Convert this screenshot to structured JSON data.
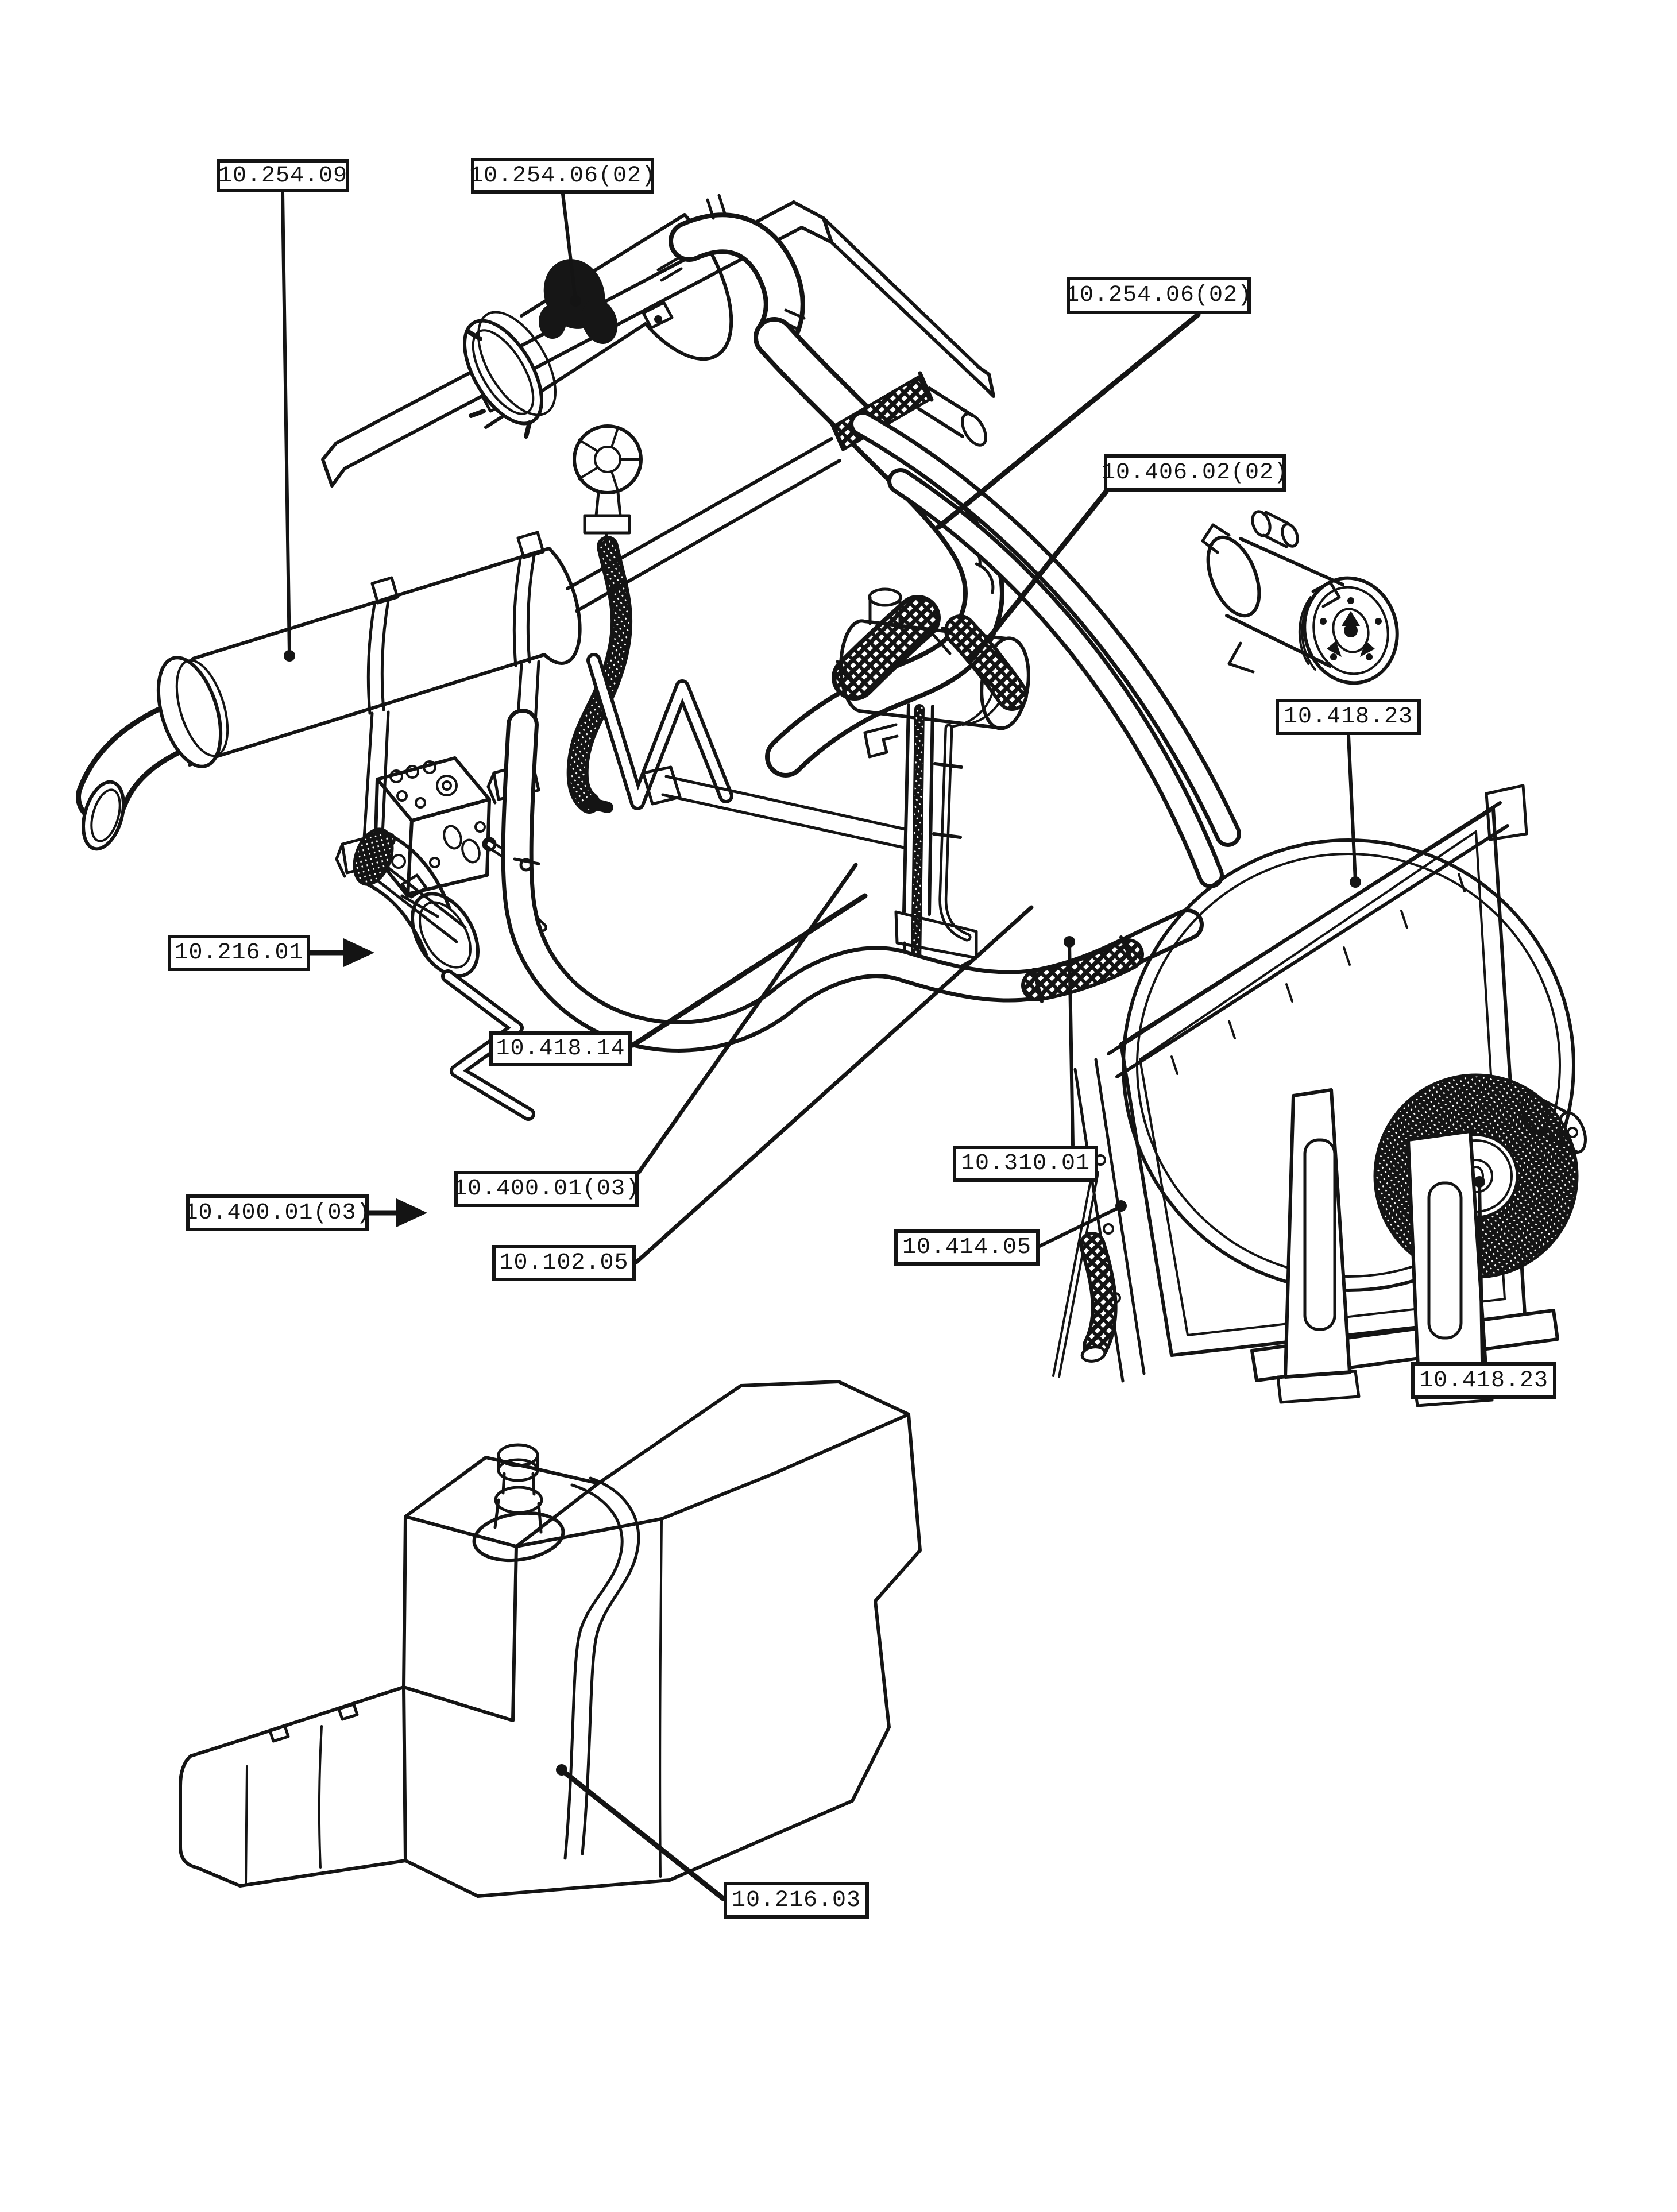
{
  "page": {
    "type": "parts-catalog-exploded-diagram",
    "paper_color": "#ffffff",
    "ink_color": "#141414"
  },
  "callouts": [
    {
      "id": "c1",
      "label": "10.254.09"
    },
    {
      "id": "c2",
      "label": "10.254.06(02)"
    },
    {
      "id": "c3",
      "label": "10.254.06(02)"
    },
    {
      "id": "c4",
      "label": "10.406.02(02)"
    },
    {
      "id": "c5",
      "label": "10.418.23"
    },
    {
      "id": "c6",
      "label": "10.216.01"
    },
    {
      "id": "c7",
      "label": "10.418.14"
    },
    {
      "id": "c8",
      "label": "10.400.01(03)"
    },
    {
      "id": "c9",
      "label": "10.400.01(03)"
    },
    {
      "id": "c10",
      "label": "10.102.05"
    },
    {
      "id": "c11",
      "label": "10.310.01"
    },
    {
      "id": "c12",
      "label": "10.414.05"
    },
    {
      "id": "c13",
      "label": "10.418.23"
    },
    {
      "id": "c14",
      "label": "10.216.03"
    }
  ]
}
